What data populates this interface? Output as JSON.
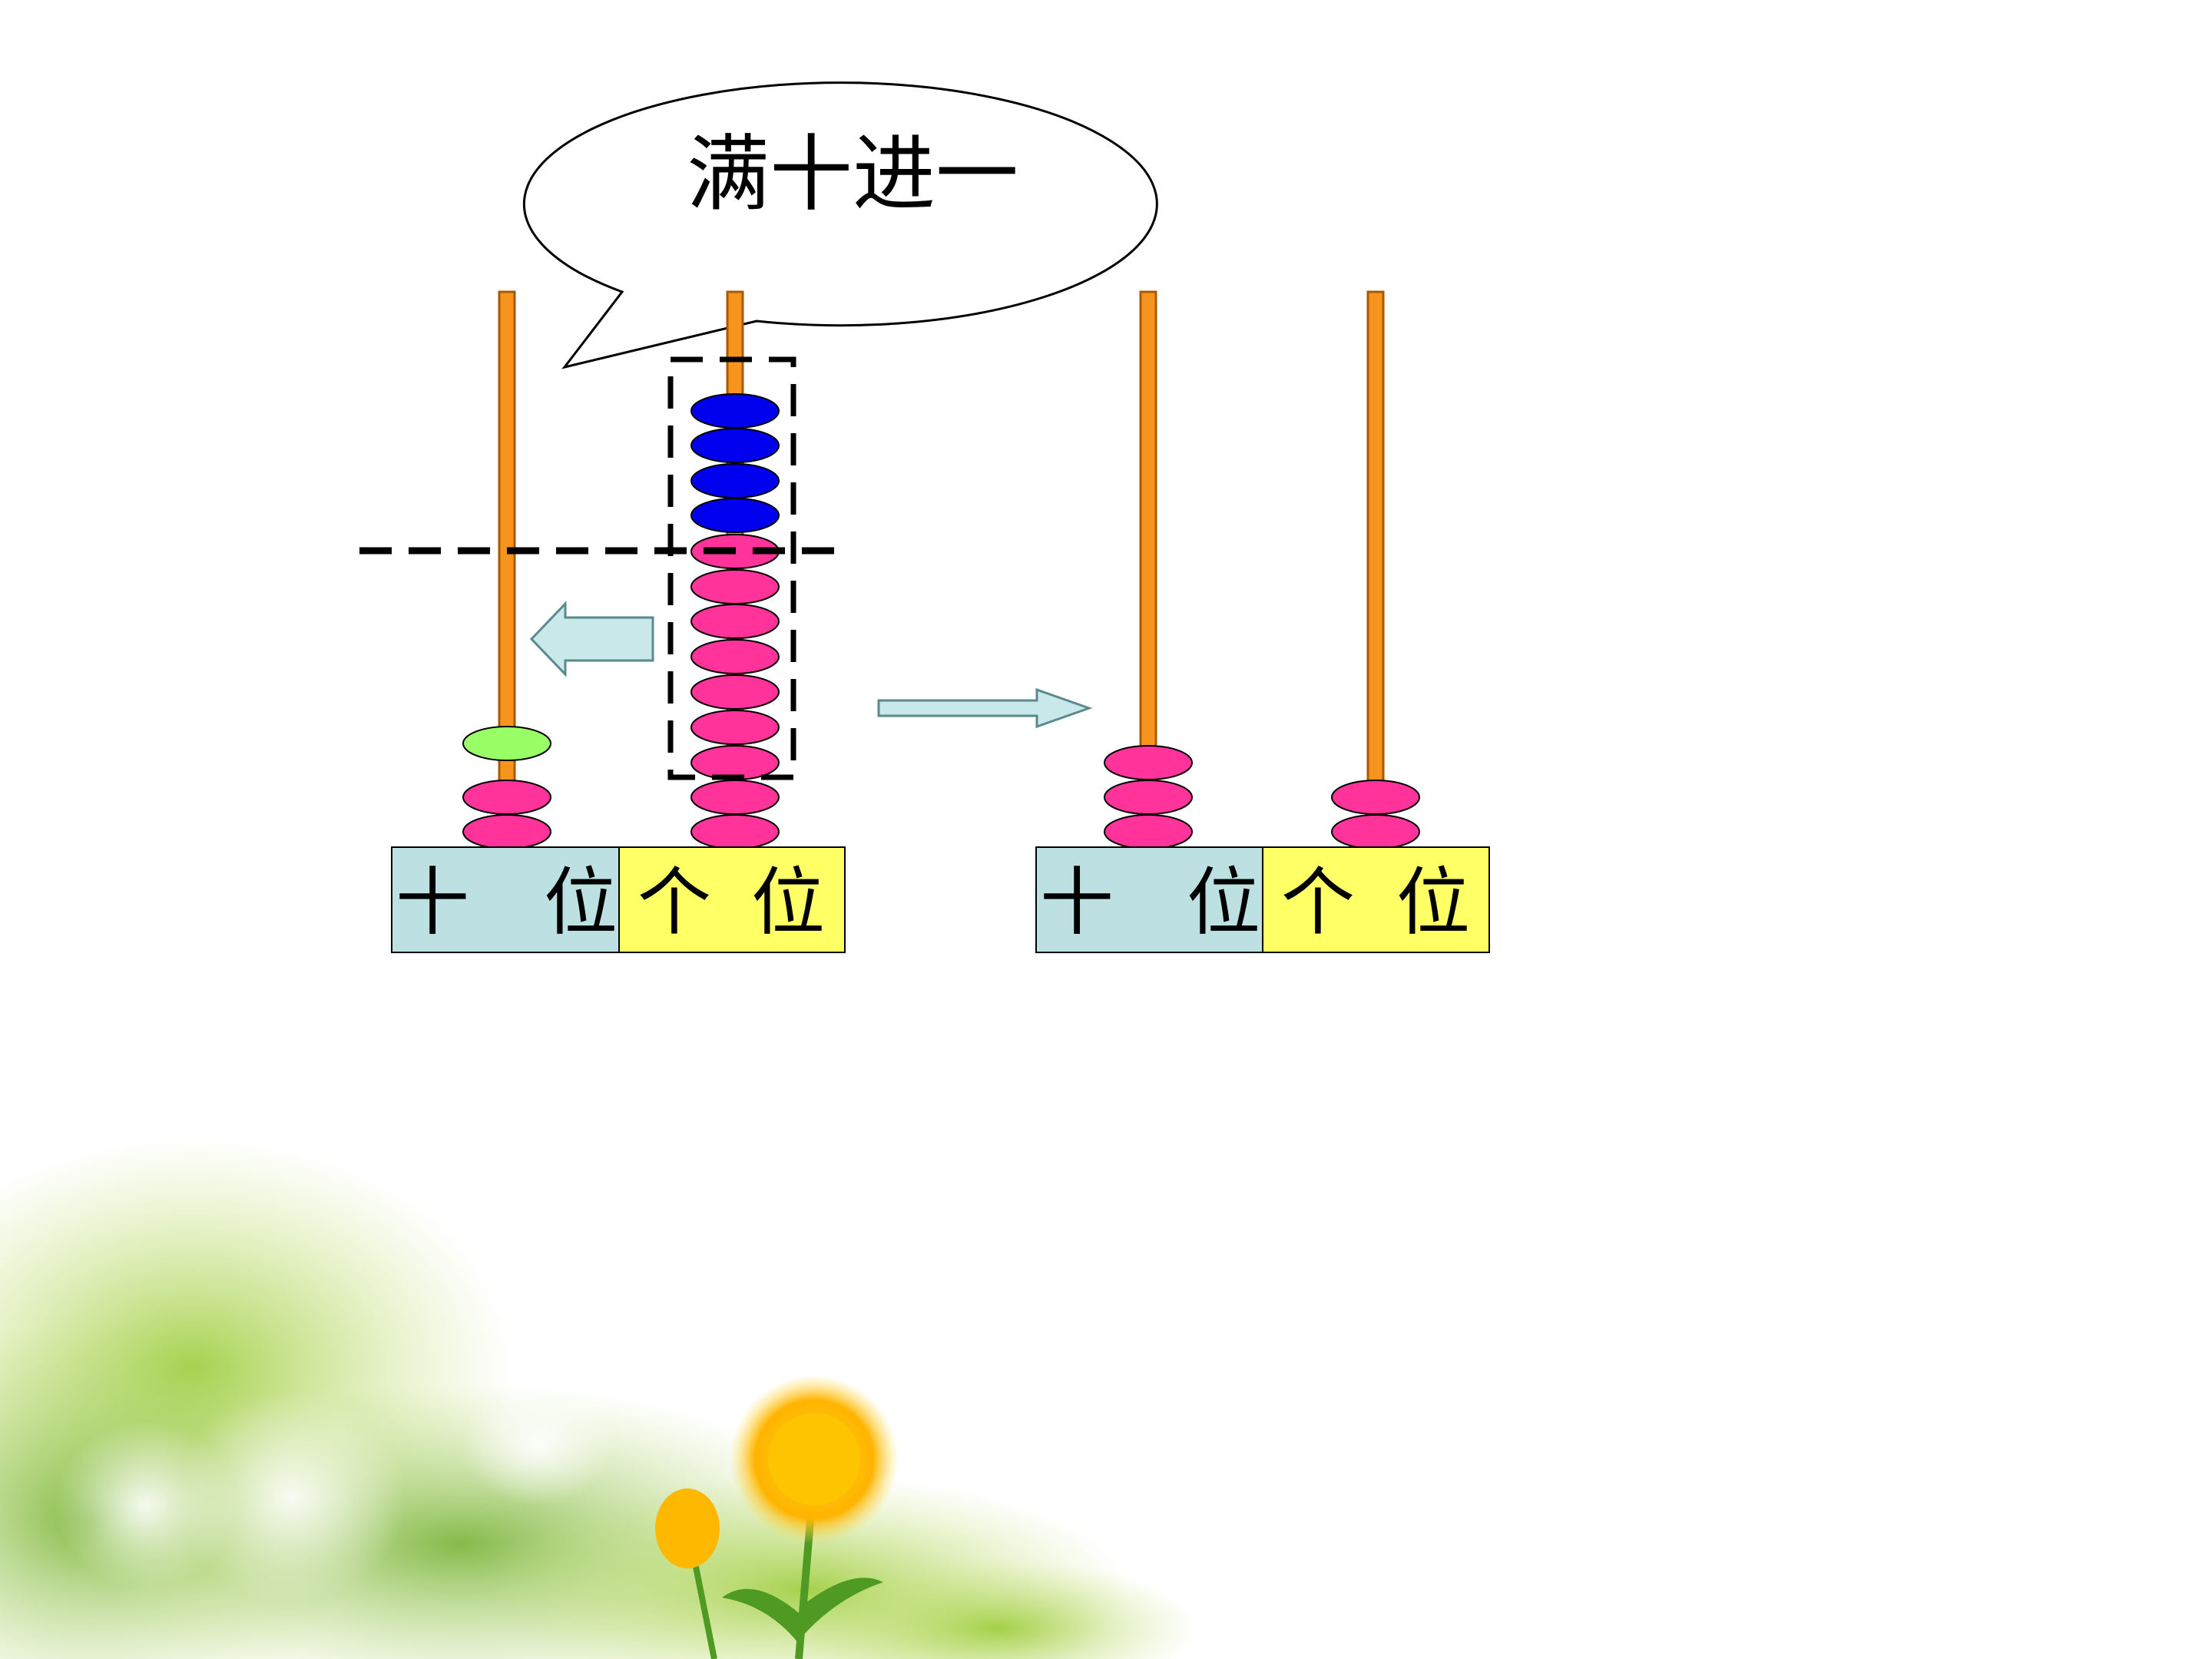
{
  "slide": {
    "speech_bubble_text": "满十进一"
  },
  "left_abacus": {
    "tens_label": {
      "char1": "十",
      "char2": "位"
    },
    "ones_label": {
      "char1": "个",
      "char2": "位"
    },
    "tens_rod": {
      "pink_beads": 2,
      "green_beads": 1
    },
    "ones_rod": {
      "pink_beads": 9,
      "blue_beads": 4
    }
  },
  "right_abacus": {
    "tens_label": {
      "char1": "十",
      "char2": "位"
    },
    "ones_label": {
      "char1": "个",
      "char2": "位"
    },
    "tens_rod": {
      "pink_beads": 3
    },
    "ones_rod": {
      "pink_beads": 2
    }
  },
  "colors": {
    "rod": "#f7941d",
    "pink_bead": "#ff3399",
    "blue_bead": "#0000ee",
    "green_bead": "#99ff66",
    "tens_box": "#bde0e3",
    "ones_box": "#ffff66",
    "arrow_fill": "#c8e8ea",
    "arrow_stroke": "#5a8a8e"
  },
  "icons": {
    "carry_arrow": "arrow-left-icon",
    "result_arrow": "arrow-right-icon"
  }
}
